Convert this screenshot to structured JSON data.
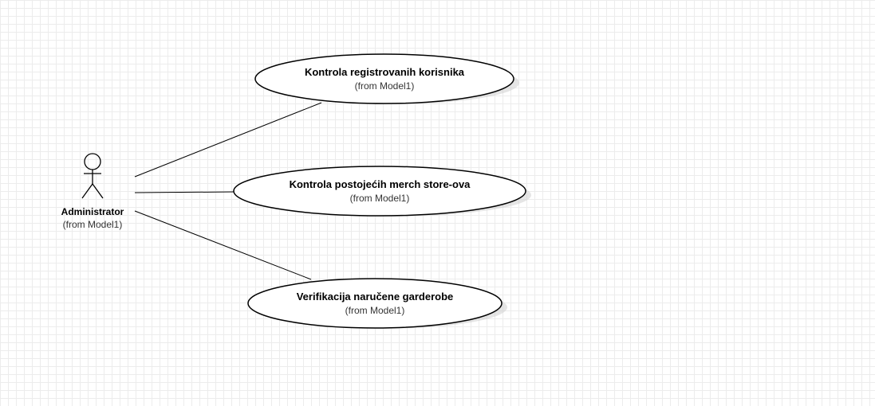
{
  "actor": {
    "name": "Administrator",
    "subtitle": "(from Model1)"
  },
  "use_cases": [
    {
      "title": "Kontrola registrovanih korisnika",
      "subtitle": "(from Model1)"
    },
    {
      "title": "Kontrola postojećih merch store-ova",
      "subtitle": "(from Model1)"
    },
    {
      "title": "Verifikacija naručene garderobe",
      "subtitle": "(from Model1)"
    }
  ],
  "colors": {
    "grid": "#ececec",
    "stroke": "#000000",
    "fill": "#ffffff"
  }
}
